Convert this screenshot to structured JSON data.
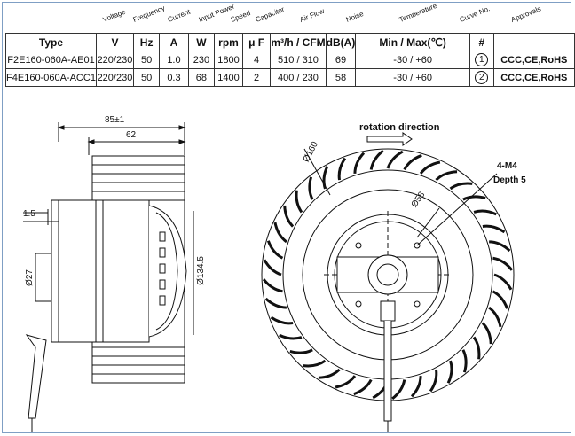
{
  "column_headers": [
    "Voltage",
    "Frequency",
    "Current",
    "Input Power",
    "Speed",
    "Capacitor",
    "Air Flow",
    "Noise",
    "Temperature",
    "Curve No.",
    "Approvals"
  ],
  "units_row": {
    "type": "Type",
    "v": "V",
    "hz": "Hz",
    "a": "A",
    "w": "W",
    "rpm": "rpm",
    "uf": "μ F",
    "flow": "m³/h / CFM",
    "noise": "dB(A)",
    "temp": "Min / Max(℃)",
    "curve": "#",
    "approvals": ""
  },
  "rows": [
    {
      "type": "F2E160-060A-AE01",
      "v": "220/230",
      "hz": "50",
      "a": "1.0",
      "w": "230",
      "rpm": "1800",
      "uf": "4",
      "flow": "510 / 310",
      "noise": "69",
      "temp": "-30 / +60",
      "curve": "1",
      "approvals": "CCC,CE,RoHS"
    },
    {
      "type": "F4E160-060A-ACC1",
      "v": "220/230",
      "hz": "50",
      "a": "0.3",
      "w": "68",
      "rpm": "1400",
      "uf": "2",
      "flow": "400 / 230",
      "noise": "58",
      "temp": "-30 / +60",
      "curve": "2",
      "approvals": "CCC,CE,RoHS"
    }
  ],
  "side_view": {
    "dim_total": "85±1",
    "dim_body": "62",
    "dim_offset": "1.5",
    "dim_hub": "Ø27",
    "dim_diameter": "Ø134.5"
  },
  "front_view": {
    "rotation": "rotation direction",
    "dim_outer": "Ø160",
    "dim_bolt": "Ø58",
    "screws": "4-M4",
    "depth": "Depth 5"
  }
}
